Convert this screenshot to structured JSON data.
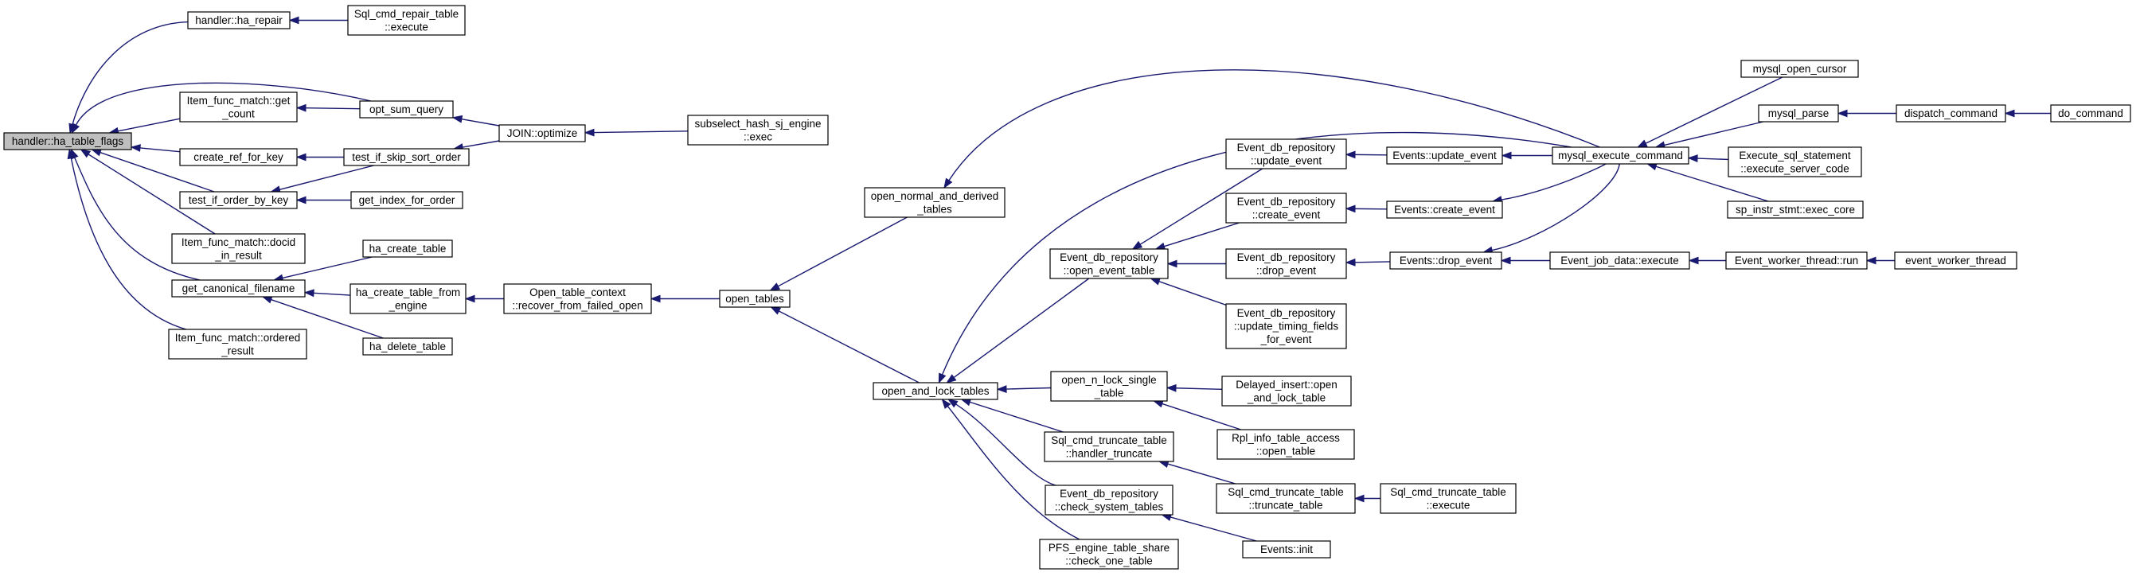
{
  "graph": {
    "edge_color": "#191970",
    "root_fill": "#bfbfbf",
    "nodes": [
      {
        "id": "root",
        "lines": [
          "handler::ha_table_flags"
        ],
        "root": true
      },
      {
        "id": "ha_repair",
        "lines": [
          "handler::ha_repair"
        ]
      },
      {
        "id": "sql_repair",
        "lines": [
          "Sql_cmd_repair_table",
          "::execute"
        ]
      },
      {
        "id": "get_count",
        "lines": [
          "Item_func_match::get",
          "_count"
        ]
      },
      {
        "id": "opt_sum",
        "lines": [
          "opt_sum_query"
        ]
      },
      {
        "id": "join_opt",
        "lines": [
          "JOIN::optimize"
        ]
      },
      {
        "id": "subselect",
        "lines": [
          "subselect_hash_sj_engine",
          "::exec"
        ]
      },
      {
        "id": "create_ref",
        "lines": [
          "create_ref_for_key"
        ]
      },
      {
        "id": "skip_sort",
        "lines": [
          "test_if_skip_sort_order"
        ]
      },
      {
        "id": "order_by_key",
        "lines": [
          "test_if_order_by_key"
        ]
      },
      {
        "id": "get_index",
        "lines": [
          "get_index_for_order"
        ]
      },
      {
        "id": "docid",
        "lines": [
          "Item_func_match::docid",
          "_in_result"
        ]
      },
      {
        "id": "canonical",
        "lines": [
          "get_canonical_filename"
        ]
      },
      {
        "id": "ha_create",
        "lines": [
          "ha_create_table"
        ]
      },
      {
        "id": "ha_create_engine",
        "lines": [
          "ha_create_table_from",
          "_engine"
        ]
      },
      {
        "id": "recover",
        "lines": [
          "Open_table_context",
          "::recover_from_failed_open"
        ]
      },
      {
        "id": "ha_delete",
        "lines": [
          "ha_delete_table"
        ]
      },
      {
        "id": "ordered",
        "lines": [
          "Item_func_match::ordered",
          "_result"
        ]
      },
      {
        "id": "open_tables",
        "lines": [
          "open_tables"
        ]
      },
      {
        "id": "open_normal",
        "lines": [
          "open_normal_and_derived",
          "_tables"
        ]
      },
      {
        "id": "open_lock",
        "lines": [
          "open_and_lock_tables"
        ]
      },
      {
        "id": "open_event_table",
        "lines": [
          "Event_db_repository",
          "::open_event_table"
        ]
      },
      {
        "id": "open_n_lock",
        "lines": [
          "open_n_lock_single",
          "_table"
        ]
      },
      {
        "id": "handler_trunc",
        "lines": [
          "Sql_cmd_truncate_table",
          "::handler_truncate"
        ]
      },
      {
        "id": "check_sys",
        "lines": [
          "Event_db_repository",
          "::check_system_tables"
        ]
      },
      {
        "id": "pfs_check",
        "lines": [
          "PFS_engine_table_share",
          "::check_one_table"
        ]
      },
      {
        "id": "upd_event",
        "lines": [
          "Event_db_repository",
          "::update_event"
        ]
      },
      {
        "id": "cr_event",
        "lines": [
          "Event_db_repository",
          "::create_event"
        ]
      },
      {
        "id": "dr_event",
        "lines": [
          "Event_db_repository",
          "::drop_event"
        ]
      },
      {
        "id": "upd_timing",
        "lines": [
          "Event_db_repository",
          "::update_timing_fields",
          "_for_event"
        ]
      },
      {
        "id": "delayed",
        "lines": [
          "Delayed_insert::open",
          "_and_lock_table"
        ]
      },
      {
        "id": "rpl",
        "lines": [
          "Rpl_info_table_access",
          "::open_table"
        ]
      },
      {
        "id": "trunc_table",
        "lines": [
          "Sql_cmd_truncate_table",
          "::truncate_table"
        ]
      },
      {
        "id": "trunc_exec",
        "lines": [
          "Sql_cmd_truncate_table",
          "::execute"
        ]
      },
      {
        "id": "ev_init",
        "lines": [
          "Events::init"
        ]
      },
      {
        "id": "ev_update",
        "lines": [
          "Events::update_event"
        ]
      },
      {
        "id": "ev_create",
        "lines": [
          "Events::create_event"
        ]
      },
      {
        "id": "ev_drop",
        "lines": [
          "Events::drop_event"
        ]
      },
      {
        "id": "mysql_exec",
        "lines": [
          "mysql_execute_command"
        ]
      },
      {
        "id": "job_exec",
        "lines": [
          "Event_job_data::execute"
        ]
      },
      {
        "id": "worker_run",
        "lines": [
          "Event_worker_thread::run"
        ]
      },
      {
        "id": "worker_thread",
        "lines": [
          "event_worker_thread"
        ]
      },
      {
        "id": "open_cursor",
        "lines": [
          "mysql_open_cursor"
        ]
      },
      {
        "id": "mysql_parse",
        "lines": [
          "mysql_parse"
        ]
      },
      {
        "id": "dispatch",
        "lines": [
          "dispatch_command"
        ]
      },
      {
        "id": "do_command",
        "lines": [
          "do_command"
        ]
      },
      {
        "id": "exec_sql",
        "lines": [
          "Execute_sql_statement",
          "::execute_server_code"
        ]
      },
      {
        "id": "sp_instr",
        "lines": [
          "sp_instr_stmt::exec_core"
        ]
      }
    ],
    "edges": [
      {
        "from": "ha_repair",
        "to": "root"
      },
      {
        "from": "sql_repair",
        "to": "ha_repair"
      },
      {
        "from": "get_count",
        "to": "root"
      },
      {
        "from": "opt_sum",
        "to": "root"
      },
      {
        "from": "opt_sum",
        "to": "get_count"
      },
      {
        "from": "join_opt",
        "to": "opt_sum"
      },
      {
        "from": "subselect",
        "to": "join_opt"
      },
      {
        "from": "create_ref",
        "to": "root"
      },
      {
        "from": "skip_sort",
        "to": "create_ref"
      },
      {
        "from": "skip_sort",
        "to": "order_by_key"
      },
      {
        "from": "join_opt",
        "to": "skip_sort"
      },
      {
        "from": "order_by_key",
        "to": "root"
      },
      {
        "from": "get_index",
        "to": "order_by_key"
      },
      {
        "from": "docid",
        "to": "root"
      },
      {
        "from": "canonical",
        "to": "root"
      },
      {
        "from": "ordered",
        "to": "root"
      },
      {
        "from": "ha_create",
        "to": "canonical"
      },
      {
        "from": "ha_create_engine",
        "to": "canonical"
      },
      {
        "from": "ha_delete",
        "to": "canonical"
      },
      {
        "from": "recover",
        "to": "ha_create_engine"
      },
      {
        "from": "open_tables",
        "to": "recover"
      },
      {
        "from": "open_normal",
        "to": "open_tables"
      },
      {
        "from": "open_lock",
        "to": "open_tables"
      },
      {
        "from": "mysql_exec",
        "to": "open_normal"
      },
      {
        "from": "mysql_exec",
        "to": "open_lock"
      },
      {
        "from": "open_event_table",
        "to": "open_lock"
      },
      {
        "from": "open_n_lock",
        "to": "open_lock"
      },
      {
        "from": "handler_trunc",
        "to": "open_lock"
      },
      {
        "from": "check_sys",
        "to": "open_lock"
      },
      {
        "from": "pfs_check",
        "to": "open_lock"
      },
      {
        "from": "upd_event",
        "to": "open_event_table"
      },
      {
        "from": "cr_event",
        "to": "open_event_table"
      },
      {
        "from": "dr_event",
        "to": "open_event_table"
      },
      {
        "from": "upd_timing",
        "to": "open_event_table"
      },
      {
        "from": "delayed",
        "to": "open_n_lock"
      },
      {
        "from": "rpl",
        "to": "open_n_lock"
      },
      {
        "from": "trunc_table",
        "to": "handler_trunc"
      },
      {
        "from": "trunc_exec",
        "to": "trunc_table"
      },
      {
        "from": "ev_init",
        "to": "check_sys"
      },
      {
        "from": "ev_update",
        "to": "upd_event"
      },
      {
        "from": "ev_create",
        "to": "cr_event"
      },
      {
        "from": "ev_drop",
        "to": "dr_event"
      },
      {
        "from": "mysql_exec",
        "to": "ev_update"
      },
      {
        "from": "mysql_exec",
        "to": "ev_create"
      },
      {
        "from": "mysql_exec",
        "to": "ev_drop"
      },
      {
        "from": "job_exec",
        "to": "ev_drop"
      },
      {
        "from": "worker_run",
        "to": "job_exec"
      },
      {
        "from": "worker_thread",
        "to": "worker_run"
      },
      {
        "from": "open_cursor",
        "to": "mysql_exec"
      },
      {
        "from": "mysql_parse",
        "to": "mysql_exec"
      },
      {
        "from": "exec_sql",
        "to": "mysql_exec"
      },
      {
        "from": "sp_instr",
        "to": "mysql_exec"
      },
      {
        "from": "dispatch",
        "to": "mysql_parse"
      },
      {
        "from": "do_command",
        "to": "dispatch"
      }
    ]
  }
}
